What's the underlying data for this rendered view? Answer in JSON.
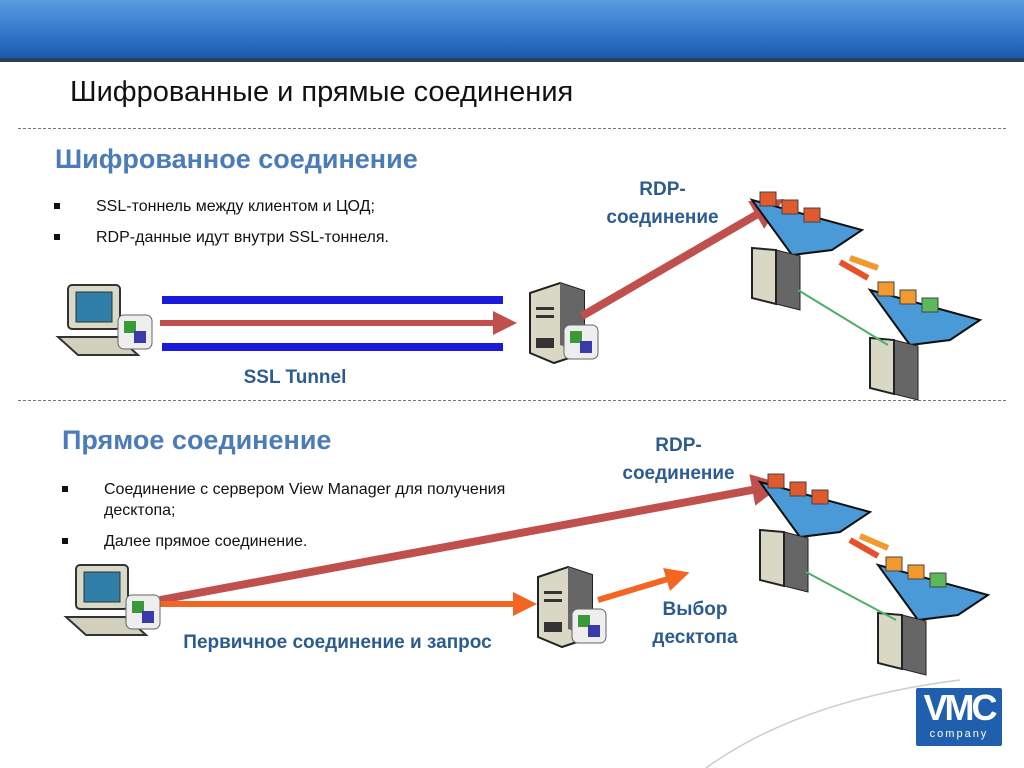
{
  "title": "Шифрованные и прямые соединения",
  "encrypted": {
    "heading": "Шифрованное соединение",
    "bullets": [
      "SSL-тоннель между клиентом и ЦОД;",
      "RDP-данные идут внутри SSL-тоннеля."
    ],
    "rdp_label_1": "RDP-",
    "rdp_label_2": "соединение",
    "tunnel_label": "SSL Tunnel"
  },
  "direct": {
    "heading": "Прямое соединение",
    "bullets": [
      "Соединение с сервером View Manager для получения десктопа;",
      "Далее прямое соединение."
    ],
    "rdp_label_1": "RDP-",
    "rdp_label_2": "соединение",
    "request_label": "Первичное соединение и запрос",
    "select_label_1": "Выбор",
    "select_label_2": "десктопа"
  },
  "logo": {
    "text": "VMC",
    "sub": "company"
  },
  "colors": {
    "accent": "#4b7bb8",
    "rdp_arrow": "#c0504d",
    "request_arrow": "#f26522",
    "tunnel": "#1a1adb"
  }
}
